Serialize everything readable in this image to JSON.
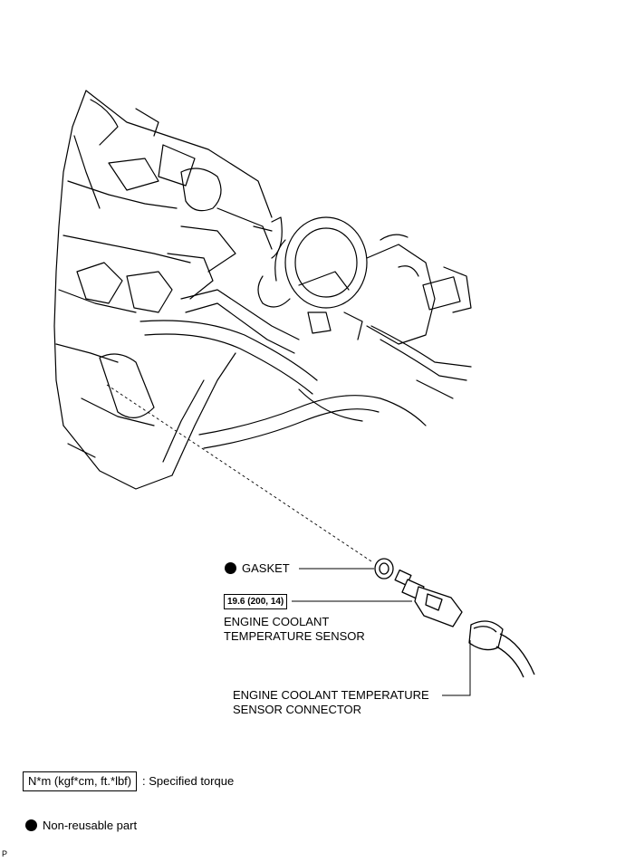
{
  "labels": {
    "gasket": "GASKET",
    "torque_value": "19.6 (200, 14)",
    "sensor_line1": "ENGINE COOLANT",
    "sensor_line2": "TEMPERATURE SENSOR",
    "connector_line1": "ENGINE COOLANT TEMPERATURE",
    "connector_line2": "SENSOR CONNECTOR"
  },
  "legend": {
    "torque_unit": "N*m (kgf*cm, ft.*lbf)",
    "torque_desc": ": Specified torque",
    "nonreusable_desc": "Non-reusable part"
  },
  "footer_mark": "P"
}
